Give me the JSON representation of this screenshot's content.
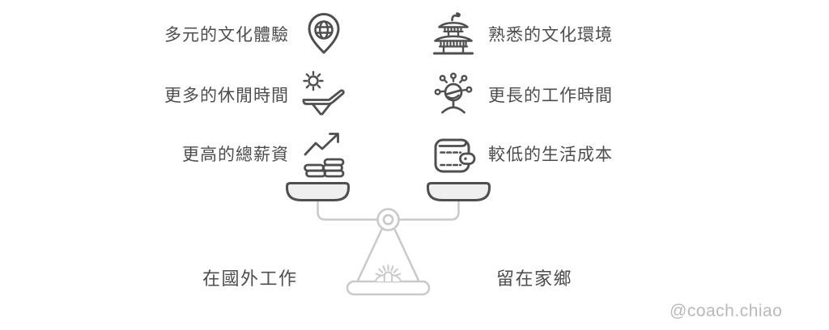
{
  "title": "work-abroad-vs-stay-home-balance-diagram",
  "left_column": {
    "items": [
      {
        "label": "多元的文化體驗",
        "icon": "globe-pin-icon"
      },
      {
        "label": "更多的休閒時間",
        "icon": "sun-lounger-icon"
      },
      {
        "label": "更高的總薪資",
        "icon": "rising-coins-icon"
      }
    ],
    "footer_label": "在國外工作"
  },
  "right_column": {
    "items": [
      {
        "label": "熟悉的文化環境",
        "icon": "temple-icon"
      },
      {
        "label": "更長的工作時間",
        "icon": "busy-person-icon"
      },
      {
        "label": "較低的生活成本",
        "icon": "wallet-icon"
      }
    ],
    "footer_label": "留在家鄉"
  },
  "center": {
    "element": "balance-scale",
    "state": "balanced"
  },
  "watermark": "@coach.chiao",
  "colors": {
    "ink": "#4f4f4f",
    "text": "#4d4d4d",
    "scale_light_gray": "#c9c9c9",
    "pan_fill": "#efefef",
    "watermark": "#b9b9b9",
    "background": "#ffffff"
  }
}
